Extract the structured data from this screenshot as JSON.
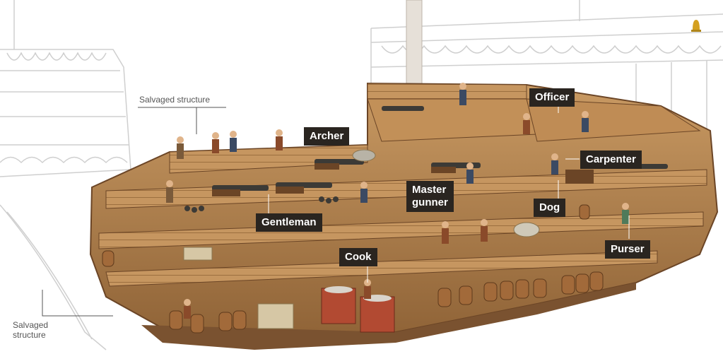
{
  "annotations": {
    "salvaged_top": "Salvaged structure",
    "salvaged_bottom_line1": "Salvaged",
    "salvaged_bottom_line2": "structure"
  },
  "labels": {
    "archer": "Archer",
    "officer": "Officer",
    "carpenter": "Carpenter",
    "master_gunner_line1": "Master",
    "master_gunner_line2": "gunner",
    "dog": "Dog",
    "gentleman": "Gentleman",
    "cook": "Cook",
    "purser": "Purser"
  },
  "colors": {
    "label_background": "#2a2520",
    "label_text": "#ffffff",
    "hull_wood": "#b98a55",
    "dark_wood": "#7a5230",
    "ghost_outline": "#cfcfcf"
  }
}
